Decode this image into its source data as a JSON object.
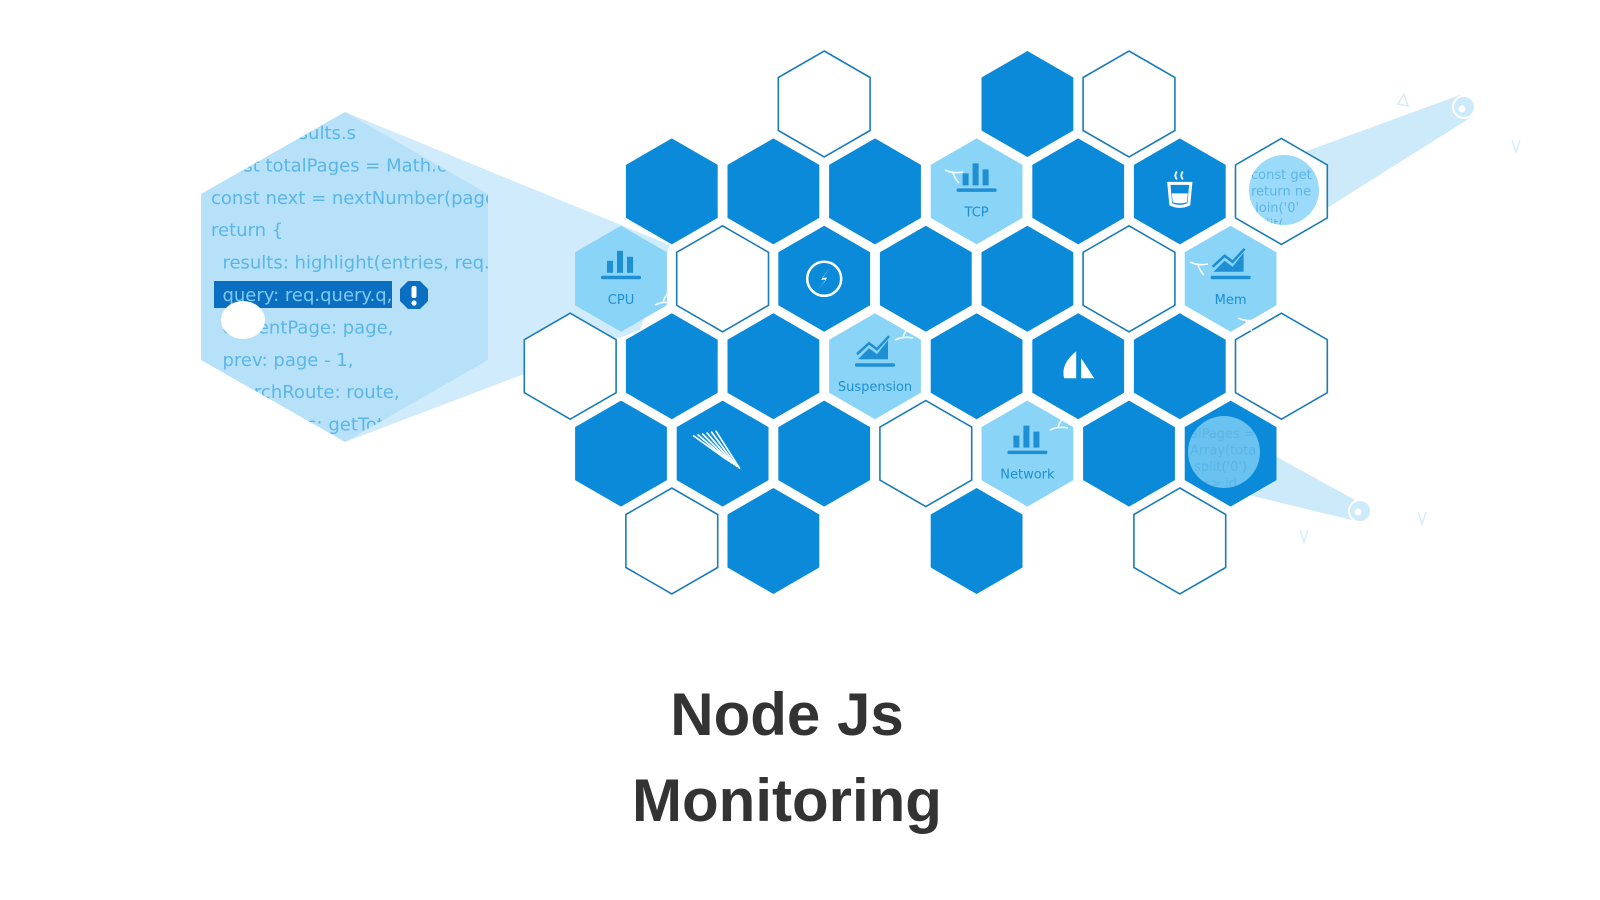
{
  "title": {
    "line1": "Node Js",
    "line2": "Monitoring"
  },
  "colors": {
    "primary_blue": "#0a8ad8",
    "light_blue": "#8ad4f7",
    "outline_blue": "#1a7cb8",
    "beam": "#cdeafb",
    "code_panel": "#b6e1f9",
    "code_text": "#5bb6e8",
    "highlight_bg": "#0a6fc0",
    "title_text": "#333333"
  },
  "code_panel": {
    "lines": [
      "const s.results.s",
      "const totalPages = Math.c",
      "const next = nextNumber(page",
      "return {",
      "  results: highlight(entries, req.c",
      "  query: req.query.q,",
      "  currentPage: page,",
      "  prev: page - 1,",
      "  searchRoute: route,",
      "  totalPages: getTot"
    ],
    "highlighted_line_index": 5,
    "alert_icon": "exclamation-octagon-icon"
  },
  "magnifier_top_right": {
    "lines": [
      "const get",
      "return ne",
      ".join('0'",
      "split("
    ]
  },
  "magnifier_bottom_right": {
    "lines": [
      "alPages =",
      "Array(tota",
      ".split('0')",
      ") => id"
    ]
  },
  "hexes": [
    {
      "row": 0,
      "col": 4,
      "type": "outline"
    },
    {
      "row": 0,
      "col": 8,
      "type": "solid"
    },
    {
      "row": 0,
      "col": 10,
      "type": "outline"
    },
    {
      "row": 1,
      "col": 1,
      "type": "solid"
    },
    {
      "row": 1,
      "col": 3,
      "type": "solid"
    },
    {
      "row": 1,
      "col": 5,
      "type": "solid"
    },
    {
      "row": 1,
      "col": 7,
      "type": "light",
      "icon": "bar-chart-icon",
      "label": "TCP"
    },
    {
      "row": 1,
      "col": 9,
      "type": "solid"
    },
    {
      "row": 1,
      "col": 11,
      "type": "solid",
      "icon": "coffee-cup-icon"
    },
    {
      "row": 1,
      "col": 13,
      "type": "outline",
      "icon": "code-magnifier"
    },
    {
      "row": 2,
      "col": 0,
      "type": "light",
      "icon": "bar-chart-icon",
      "label": "CPU"
    },
    {
      "row": 2,
      "col": 2,
      "type": "outline"
    },
    {
      "row": 2,
      "col": 4,
      "type": "solid",
      "icon": "lightning-circle-icon"
    },
    {
      "row": 2,
      "col": 6,
      "type": "solid"
    },
    {
      "row": 2,
      "col": 8,
      "type": "solid"
    },
    {
      "row": 2,
      "col": 10,
      "type": "outline"
    },
    {
      "row": 2,
      "col": 12,
      "type": "light",
      "icon": "area-chart-icon",
      "label": "Mem"
    },
    {
      "row": 3,
      "col": -1,
      "type": "outline"
    },
    {
      "row": 3,
      "col": 1,
      "type": "solid"
    },
    {
      "row": 3,
      "col": 3,
      "type": "solid"
    },
    {
      "row": 3,
      "col": 5,
      "type": "light",
      "icon": "area-chart-icon",
      "label": "Suspension"
    },
    {
      "row": 3,
      "col": 7,
      "type": "solid"
    },
    {
      "row": 3,
      "col": 9,
      "type": "solid",
      "icon": "sail-icon"
    },
    {
      "row": 3,
      "col": 11,
      "type": "solid"
    },
    {
      "row": 3,
      "col": 13,
      "type": "outline"
    },
    {
      "row": 4,
      "col": 0,
      "type": "solid"
    },
    {
      "row": 4,
      "col": 2,
      "type": "solid",
      "icon": "comet-icon"
    },
    {
      "row": 4,
      "col": 4,
      "type": "solid"
    },
    {
      "row": 4,
      "col": 6,
      "type": "outline"
    },
    {
      "row": 4,
      "col": 8,
      "type": "light",
      "icon": "bar-chart-icon",
      "label": "Network"
    },
    {
      "row": 4,
      "col": 10,
      "type": "solid"
    },
    {
      "row": 4,
      "col": 12,
      "type": "solid",
      "icon": "code-magnifier"
    },
    {
      "row": 5,
      "col": 1,
      "type": "outline"
    },
    {
      "row": 5,
      "col": 3,
      "type": "solid"
    },
    {
      "row": 5,
      "col": 7,
      "type": "solid"
    },
    {
      "row": 5,
      "col": 11,
      "type": "outline"
    }
  ]
}
